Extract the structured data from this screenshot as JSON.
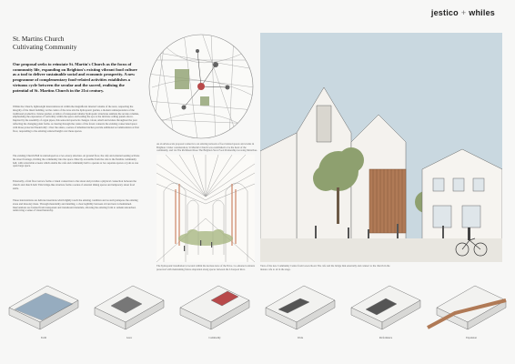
{
  "brand": {
    "left": "jestico",
    "separator": "+",
    "right": "whiles"
  },
  "title": {
    "line1": "St. Martins Church",
    "line2": "Cultivating Community"
  },
  "intro": "Our proposal seeks to reinstate St. Martin's Church as the focus of community life, expanding on Brighton's existing vibrant food culture as a tool to deliver sustainable social and economic prosperity. A new programme of complementary food-related activities establishes a virtuous cycle between the secular and the sacred, realising the potential of St. Martins Church in the 21st century.",
  "paragraphs": [
    "Within the Church, lightweight interventions sit within the magnificent internal volume of the nave, respecting the integrity of the listed building. At the centre of the nave sits the hydroponic garden, a modern reinterpretation of the traditional productive cloister garden. A lattice of transparent tubular hydroponic structures animate the arcade columns, emphasising the expression of verticality within the space and leading the eye to the intricate ceiling panels above. Inspired by the assembly of organ pipes, this sensorial spectacle changes colour, smell and texture throughout the year reflecting the changing plant forms. A clearing through the centre of the forest connects the existing consecrated space with those protected 'theatrically'. Over the aisles, a series of inhabited niches provide additional accommodation at first floor, responding to the existing reduced height over these spaces.",
    "The existing Church Hall is redeveloped as a two-storey structure. At ground floor, the cafe and external seating activate the street frontage, inviting the community into the space. Directly accessible from the cafe is the flexible community hall, with retractable screens which enable the cafe and community hall to operate as two separate spaces or join as one open large space.",
    "Externally, a fruit floor terrace forms a visual connection to the street and provides a physical connection between the church and church hall. This bridge-like structure forms a series of external dining spaces and temporary street food stalls.",
    "These interventions are delicate insertions which lightly touch the existing condition and as such juxtapose the existing stone and masonry mass. Through materiality and detailing, a clear legibility between old and new is maintained. Interventions are formed from transparent and translucent materials, allowing the existing form to remain untouched, reinforcing a sense of visual hierarchy."
  ],
  "captions": {
    "map": "As an urban-scale proposal connects to an existing network of food related spaces and events in Brighton. Under consideration, St Martin's Church was established to be the heart of the community, and via The Richmond Rose The Brighton Slow Food Partnership Growing Initiatives.",
    "interior": "The hydroponic installation is located within the nucleus nave of the Nave. Co-situated contrasts preserved with maintaining future adaptation along spaces between the Liverpool Row.",
    "street": "View of the new Community Centre from Lewes Road. The cafe and the bridge link externally and connect to the church in the mature cafe to sit in the stage."
  },
  "modules": [
    {
      "label": "Earth"
    },
    {
      "label": "Grow"
    },
    {
      "label": "Commodity"
    },
    {
      "label": "Work"
    },
    {
      "label": "Performance"
    },
    {
      "label": "Expansion"
    }
  ],
  "colors": {
    "accent_red": "#b8494a",
    "sky": "#c9d8e0",
    "tree_green": "#8ea06f",
    "timber": "#b07a56"
  }
}
